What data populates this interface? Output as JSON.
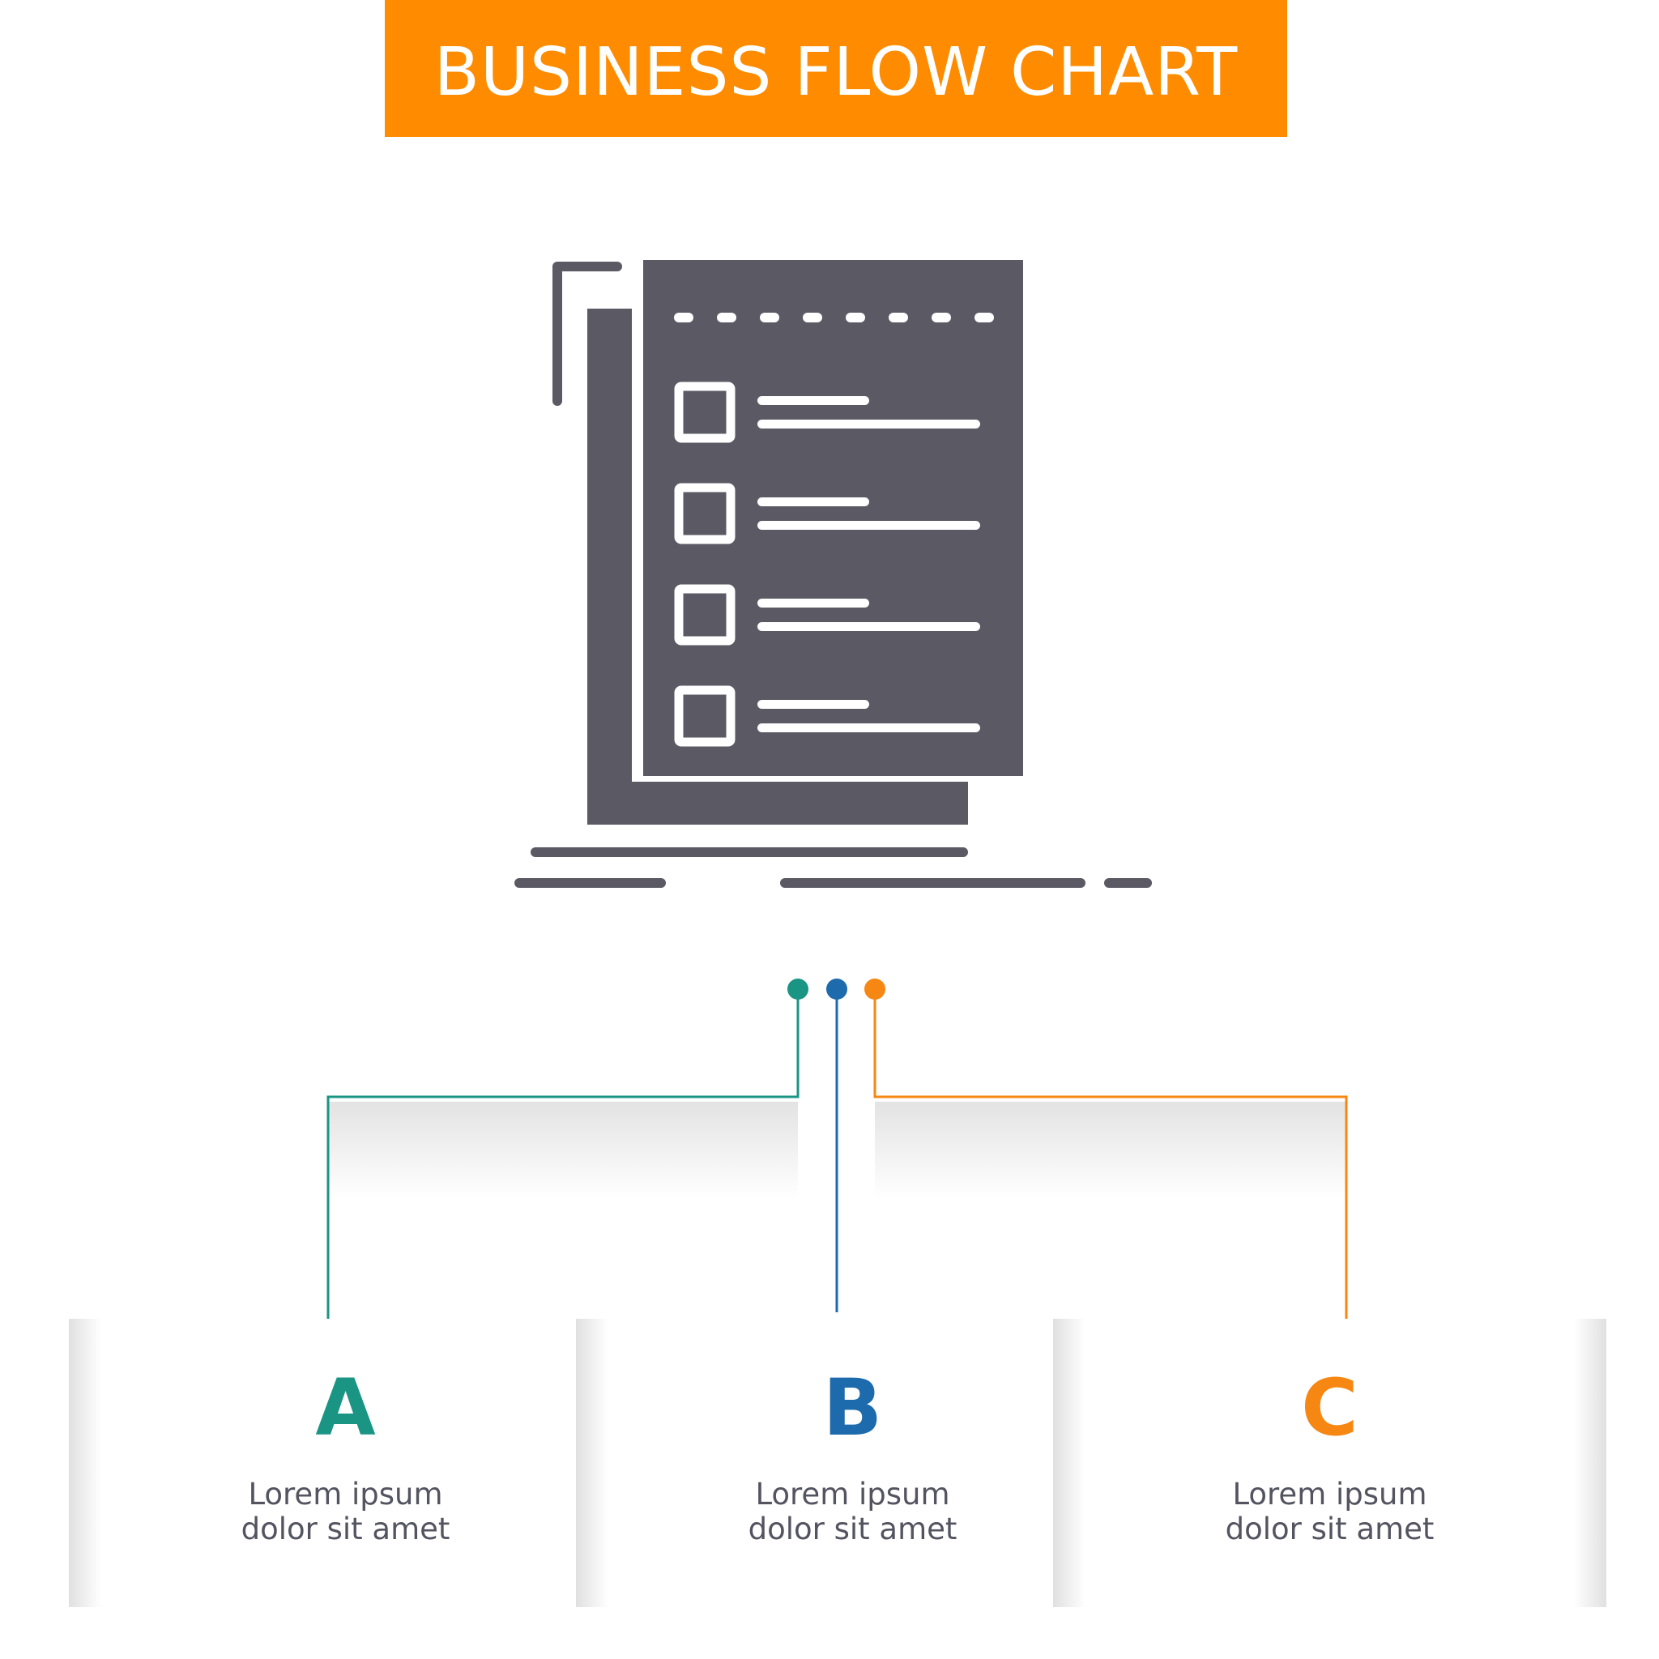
{
  "header": {
    "title": "BUSINESS FLOW CHART"
  },
  "colors": {
    "banner": "#ff8c00",
    "icon": "#5a5964",
    "a": "#1a9584",
    "b": "#1d6aad",
    "c": "#f68712",
    "text": "#545461"
  },
  "icon": {
    "name": "checklist-document-icon"
  },
  "cards": [
    {
      "letter": "A",
      "line1": "Lorem ipsum",
      "line2": "dolor sit amet"
    },
    {
      "letter": "B",
      "line1": "Lorem ipsum",
      "line2": "dolor sit amet"
    },
    {
      "letter": "C",
      "line1": "Lorem ipsum",
      "line2": "dolor sit amet"
    }
  ]
}
